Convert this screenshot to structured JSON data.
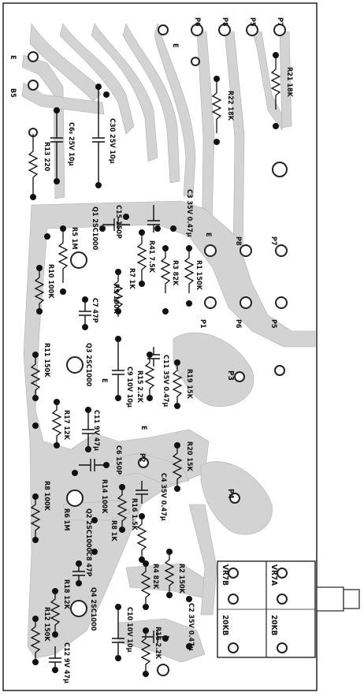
{
  "board": {
    "title_parts": {
      "pads_top": [
        "P6",
        "P8",
        "P5",
        "P7"
      ],
      "pads_mid": [
        "P8",
        "P7",
        "P1",
        "P6",
        "P5",
        "P3",
        "P2",
        "P4"
      ],
      "edge_labels": [
        "E",
        "E",
        "E",
        "E",
        "E",
        "B5"
      ]
    },
    "components": [
      {
        "id": "r21",
        "label": "R21 18K"
      },
      {
        "id": "r22",
        "label": "R22 18K"
      },
      {
        "id": "c6",
        "label": "C6₈ 25V 10μ"
      },
      {
        "id": "c30",
        "label": "C30 25V 10μ"
      },
      {
        "id": "r13",
        "label": "R13 220"
      },
      {
        "id": "c3",
        "label": "C3 35V 0.47μ"
      },
      {
        "id": "c15",
        "label": "C15 150P"
      },
      {
        "id": "q1",
        "label": "Q1 2SC1000"
      },
      {
        "id": "r41",
        "label": "R41 7.5K"
      },
      {
        "id": "r5",
        "label": "R5 1M"
      },
      {
        "id": "r7",
        "label": "R7 1K"
      },
      {
        "id": "r3",
        "label": "R3 82K"
      },
      {
        "id": "r1",
        "label": "R1 150K"
      },
      {
        "id": "r10",
        "label": "R10 100K"
      },
      {
        "id": "r9",
        "label": "R9 100K"
      },
      {
        "id": "c7",
        "label": "C7 47P"
      },
      {
        "id": "r11",
        "label": "R11 150K"
      },
      {
        "id": "q3",
        "label": "Q3 2SC1000"
      },
      {
        "id": "c9",
        "label": "C9 10V 10μ"
      },
      {
        "id": "r15",
        "label": "R15 2.2K"
      },
      {
        "id": "c11",
        "label": "C11 35V 0.47μ"
      },
      {
        "id": "r19",
        "label": "R19 15K"
      },
      {
        "id": "c11b",
        "label": "C11 9V 47μ"
      },
      {
        "id": "r17",
        "label": "R17 12K"
      },
      {
        "id": "r20",
        "label": "R20 15K"
      },
      {
        "id": "c6b",
        "label": "C6 150P"
      },
      {
        "id": "r8",
        "label": "R8 100K"
      },
      {
        "id": "r14",
        "label": "R14 100K"
      },
      {
        "id": "c4",
        "label": "C4 35V 0.47μ"
      },
      {
        "id": "r16",
        "label": "R16 1.5K"
      },
      {
        "id": "r6",
        "label": "R6 1M"
      },
      {
        "id": "q2",
        "label": "Q2 2SC1000"
      },
      {
        "id": "r8b",
        "label": "R8 1K"
      },
      {
        "id": "r4",
        "label": "R4 82K"
      },
      {
        "id": "r2",
        "label": "R2 150K"
      },
      {
        "id": "c8",
        "label": "C8 47P"
      },
      {
        "id": "r18",
        "label": "R18 12K"
      },
      {
        "id": "q4",
        "label": "Q4 2SC1000"
      },
      {
        "id": "c10",
        "label": "C10 10V 10μ"
      },
      {
        "id": "r12",
        "label": "R12 150K"
      },
      {
        "id": "r16b",
        "label": "R16 2.2K"
      },
      {
        "id": "c12",
        "label": "C12 9V 47μ"
      },
      {
        "id": "c2",
        "label": "C2 35V 0.47μ"
      }
    ],
    "controls": {
      "vr7b": "VR7B",
      "vr7a": "VR7A",
      "kb_left": "20KB",
      "kb_right": "20KB"
    }
  },
  "colors": {
    "trace": "#d4d4d4",
    "trace_dark": "#bdbdbd",
    "ink": "#111111",
    "paper": "#ffffff"
  }
}
